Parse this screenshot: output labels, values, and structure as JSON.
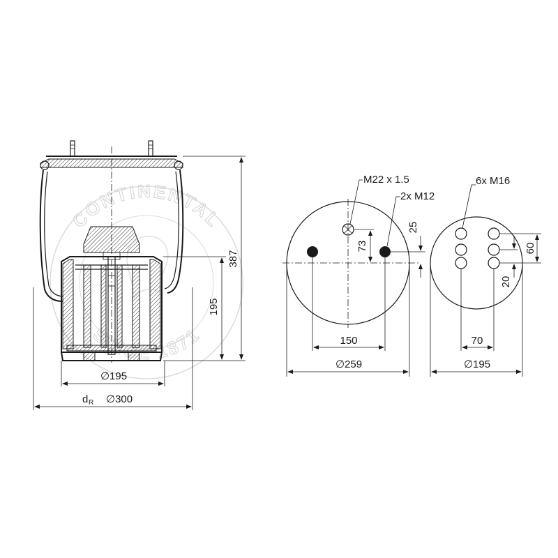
{
  "watermark": {
    "brand": "CONTINENTAL",
    "since": "SINCE 1871"
  },
  "side_view": {
    "dim_height_total": "387",
    "dim_height_piston": "195",
    "dim_piston_diameter": "∅195",
    "dim_bellows_label": "d",
    "dim_bellows_subscript": "R",
    "dim_bellows_diameter": "∅300"
  },
  "top_plate": {
    "thread_main": "M22 x 1.5",
    "thread_studs": "2x M12",
    "dim_offset_25": "25",
    "dim_offset_73": "73",
    "dim_stud_spacing": "150",
    "dim_diameter": "∅259"
  },
  "bottom_plate": {
    "thread_holes": "6x M16",
    "dim_60": "60",
    "dim_20": "20",
    "dim_70": "70",
    "dim_diameter": "∅195"
  },
  "colors": {
    "line": "#1a1a1a",
    "watermark": "#d4d4d4",
    "background": "#ffffff"
  }
}
